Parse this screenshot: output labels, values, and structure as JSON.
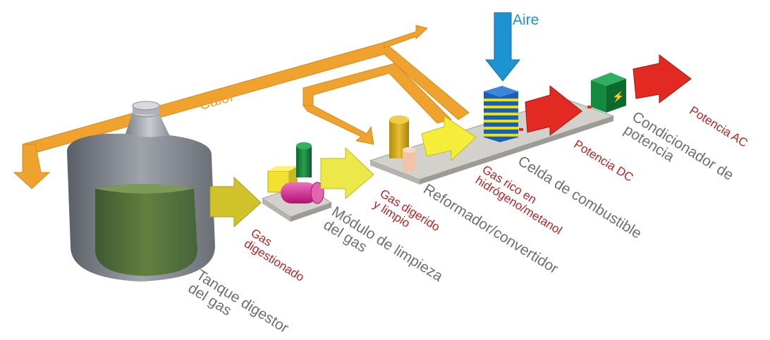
{
  "labels": {
    "calor": "Calor",
    "aire": "Aire",
    "tanque": "Tanque digestor\ndel gas",
    "gas_digestionado": "Gas\ndigestionado",
    "modulo": "Módulo de limpieza\ndel gas",
    "gas_digerido": "Gas digerido\ny limpio",
    "reformador": "Reformador/convertidor",
    "gas_rico": "Gas rico en\nhidrógeno/metanol",
    "celda": "Celda de combustible",
    "potencia_dc": "Potencia DC",
    "condicionador": "Condicionador de\npotencia",
    "potencia_ac": "Potencia AC"
  },
  "colors": {
    "heat_arrow": "#f0a22e",
    "air_arrow": "#1d93d2",
    "gas_arrow": "#cfc22a",
    "clean_gas_arrow": "#ece84a",
    "hydrogen_arrow": "#f4ee3a",
    "power_arrow": "#e32a22",
    "label_red": "#c0201e",
    "label_grey": "#6f6f6f"
  }
}
